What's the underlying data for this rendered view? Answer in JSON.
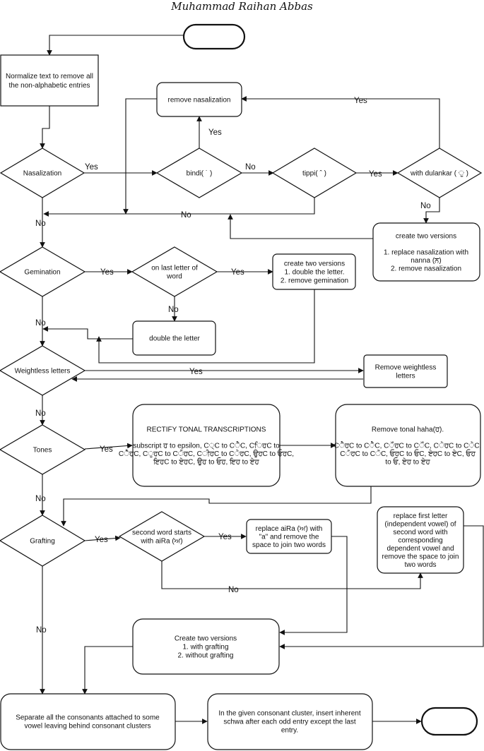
{
  "author": "Muhammad Raihan Abbas",
  "nodes": {
    "normalize": [
      "Normalize text to remove all",
      "the non-alphabetic entries"
    ],
    "nasalization": [
      "Nasalization"
    ],
    "bindi": [
      "bindi( ˙ )"
    ],
    "tippi": [
      "tippi( ˆ )"
    ],
    "dulankar": [
      "with dulankar ( ੁ )"
    ],
    "remove_nasalization": [
      "remove nasalization"
    ],
    "nasal_versions": [
      "create two versions",
      "",
      "1. replace nasalization with",
      "nanna (ਨ)",
      "2. remove nasalization"
    ],
    "gemination": [
      "Gemination"
    ],
    "last_letter": [
      "on last letter of",
      "word"
    ],
    "gem_versions": [
      "create two versions",
      "1. double the letter.",
      "2. remove gemination"
    ],
    "double_letter": [
      "double the letter"
    ],
    "weightless": [
      "Weightless letters"
    ],
    "remove_weightless": [
      "Remove weightless",
      "letters"
    ],
    "tones": [
      "Tones"
    ],
    "rectify": [
      "RECTIFY TONAL TRANSCRIPTIONS",
      "",
      "subscript ਹ to epsilon, C੍C to CੈC, CਿਹC to",
      "CੈਹC, CੁਹC to CੋਹC, CੀਹC to CੇਹC, ਉਹC to ਓਹC,",
      "ਇਹC to ਏਹC, ਉਹ to ਓਹ, ਇਹ to ਏਹ"
    ],
    "remove_haha": [
      "Remove tonal haha(ਹ).",
      "",
      "CੈਹC to CੈC, CੌਹC to CੌC, CੇਹC to CੇC,",
      "CੋਹC to CੋC, ਓਹC to ਓC, ਏਹC to ਏC, ਓਹ",
      "to ਓ, ਏਹ to ਏਹ"
    ],
    "grafting": [
      "Grafting"
    ],
    "second_word": [
      "second word starts",
      "with aiRa (ਅ)"
    ],
    "replace_aira": [
      "replace aiRa (ਅ) with",
      "\"a\" and remove the",
      "space to join two words"
    ],
    "replace_first": [
      "replace first letter",
      "(independent vowel) of",
      "second word with",
      "corresponding",
      "dependent vowel and",
      "remove the space to join",
      "two words"
    ],
    "graft_versions": [
      "Create two versions",
      "1. with grafting",
      "2. without grafting"
    ],
    "separate": [
      "Separate all the consonants attached to some",
      "vowel leaving behind consonant clusters"
    ],
    "insert_schwa": [
      "In the given consonant cluster, insert inherent",
      "schwa after each odd entry except the last",
      "entry."
    ]
  },
  "edge_labels": {
    "yes": "Yes",
    "no": "No"
  }
}
